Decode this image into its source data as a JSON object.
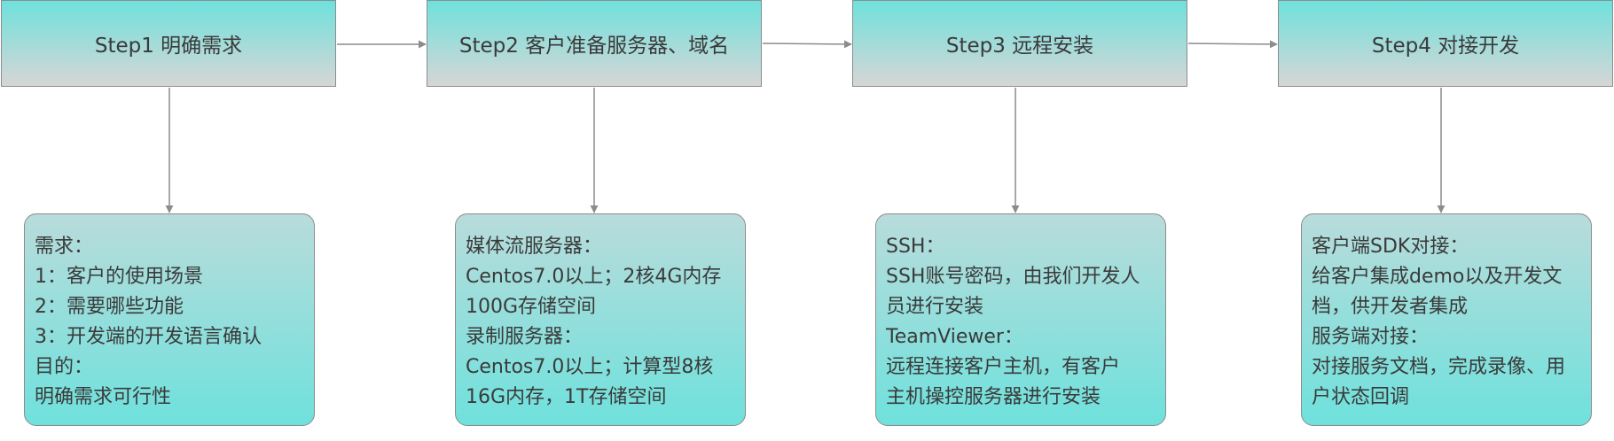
{
  "flow": {
    "steps": [
      {
        "title": "Step1  明确需求",
        "details": [
          "需求：",
          "1：客户的使用场景",
          "2：需要哪些功能",
          "3：开发端的开发语言确认",
          "目的：",
          "明确需求可行性"
        ]
      },
      {
        "title": "Step2  客户准备服务器、域名",
        "details": [
          "媒体流服务器：",
          "Centos7.0以上；2核4G内存",
          "100G存储空间",
          "录制服务器：",
          "Centos7.0以上；计算型8核",
          "16G内存，1T存储空间"
        ]
      },
      {
        "title": "Step3  远程安装",
        "details": [
          "SSH：",
          "SSH账号密码，由我们开发人",
          "员进行安装",
          "TeamViewer：",
          "远程连接客户主机，有客户",
          "主机操控服务器进行安装"
        ]
      },
      {
        "title": "Step4  对接开发",
        "details": [
          "客户端SDK对接：",
          "给客户集成demo以及开发文",
          "档，供开发者集成",
          "服务端对接：",
          "对接服务文档，完成录像、用",
          "户状态回调"
        ]
      }
    ]
  },
  "colors": {
    "box_top": "#6fe1dc",
    "box_bottom": "#d6d6d6",
    "detail_top": "#b8dcdb",
    "detail_bottom": "#6fe1dc",
    "border": "#8c8c8c",
    "text": "#3a3a3a",
    "connector": "#8c8c8c"
  }
}
